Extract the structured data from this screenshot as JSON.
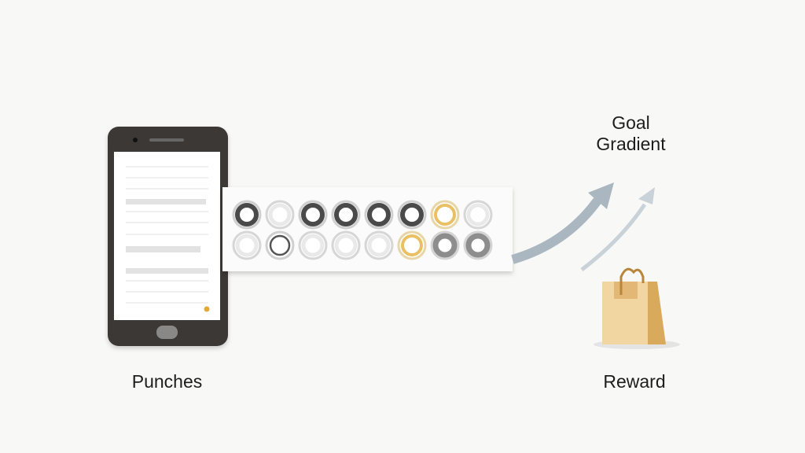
{
  "labels": {
    "punches": "Punches",
    "goal_line1": "Goal",
    "goal_line2": "Gradient",
    "reward": "Reward"
  },
  "punch_card": {
    "rows": [
      [
        "dark",
        "light",
        "dark",
        "dark",
        "dark",
        "dark",
        "gold",
        "light"
      ],
      [
        "light",
        "dark-thin",
        "light",
        "light",
        "light",
        "gold",
        "mid",
        "mid"
      ]
    ]
  },
  "colors": {
    "phone": "#3a3735",
    "gold": "#e0a93a",
    "arrow": "#aab6c0",
    "bag": "#f0d09a"
  }
}
